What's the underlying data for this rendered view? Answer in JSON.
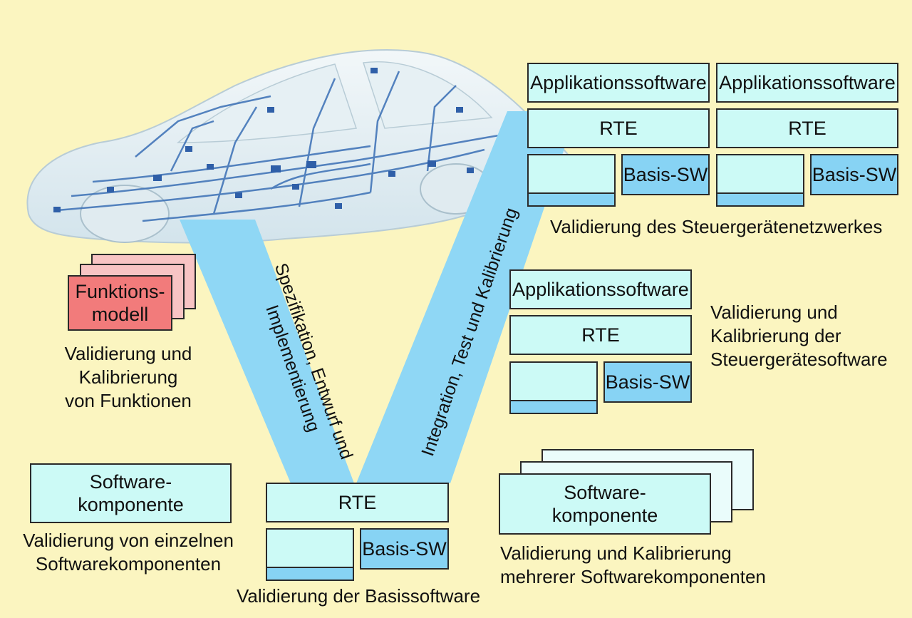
{
  "arms": {
    "left": {
      "line1": "Spezifikation, Entwurf und",
      "line2": "Implementierung"
    },
    "right": "Integration, Test und Kalibrierung"
  },
  "network": {
    "ecu1": {
      "app": "Applikationssoftware",
      "rte": "RTE",
      "basis": "Basis-SW"
    },
    "ecu2": {
      "app": "Applikationssoftware",
      "rte": "RTE",
      "basis": "Basis-SW"
    },
    "caption": "Validierung des Steuergerätenetzwerkes"
  },
  "ecu_software": {
    "app": "Applikationssoftware",
    "rte": "RTE",
    "basis": "Basis-SW",
    "caption_lines": [
      "Validierung und",
      "Kalibrierung der",
      "Steuergerätesoftware"
    ]
  },
  "function_model": {
    "label_lines": [
      "Funktions-",
      "modell"
    ],
    "caption_lines": [
      "Validierung und",
      "Kalibrierung",
      "von Funktionen"
    ]
  },
  "single_component": {
    "label_lines": [
      "Software-",
      "komponente"
    ],
    "caption_lines": [
      "Validierung von einzelnen",
      "Softwarekomponenten"
    ]
  },
  "basis_software": {
    "rte": "RTE",
    "basis": "Basis-SW",
    "caption": "Validierung der Basissoftware"
  },
  "multi_component": {
    "label_lines": [
      "Software-",
      "komponente"
    ],
    "caption_lines": [
      "Validierung und Kalibrierung",
      "mehrerer Softwarekomponenten"
    ]
  },
  "colors": {
    "background": "#fbf5c0",
    "box_fill": "#ccfaf6",
    "basis_fill": "#87d3f4",
    "v_band": "#8fd7f5",
    "function_model": "#f27b7b"
  }
}
